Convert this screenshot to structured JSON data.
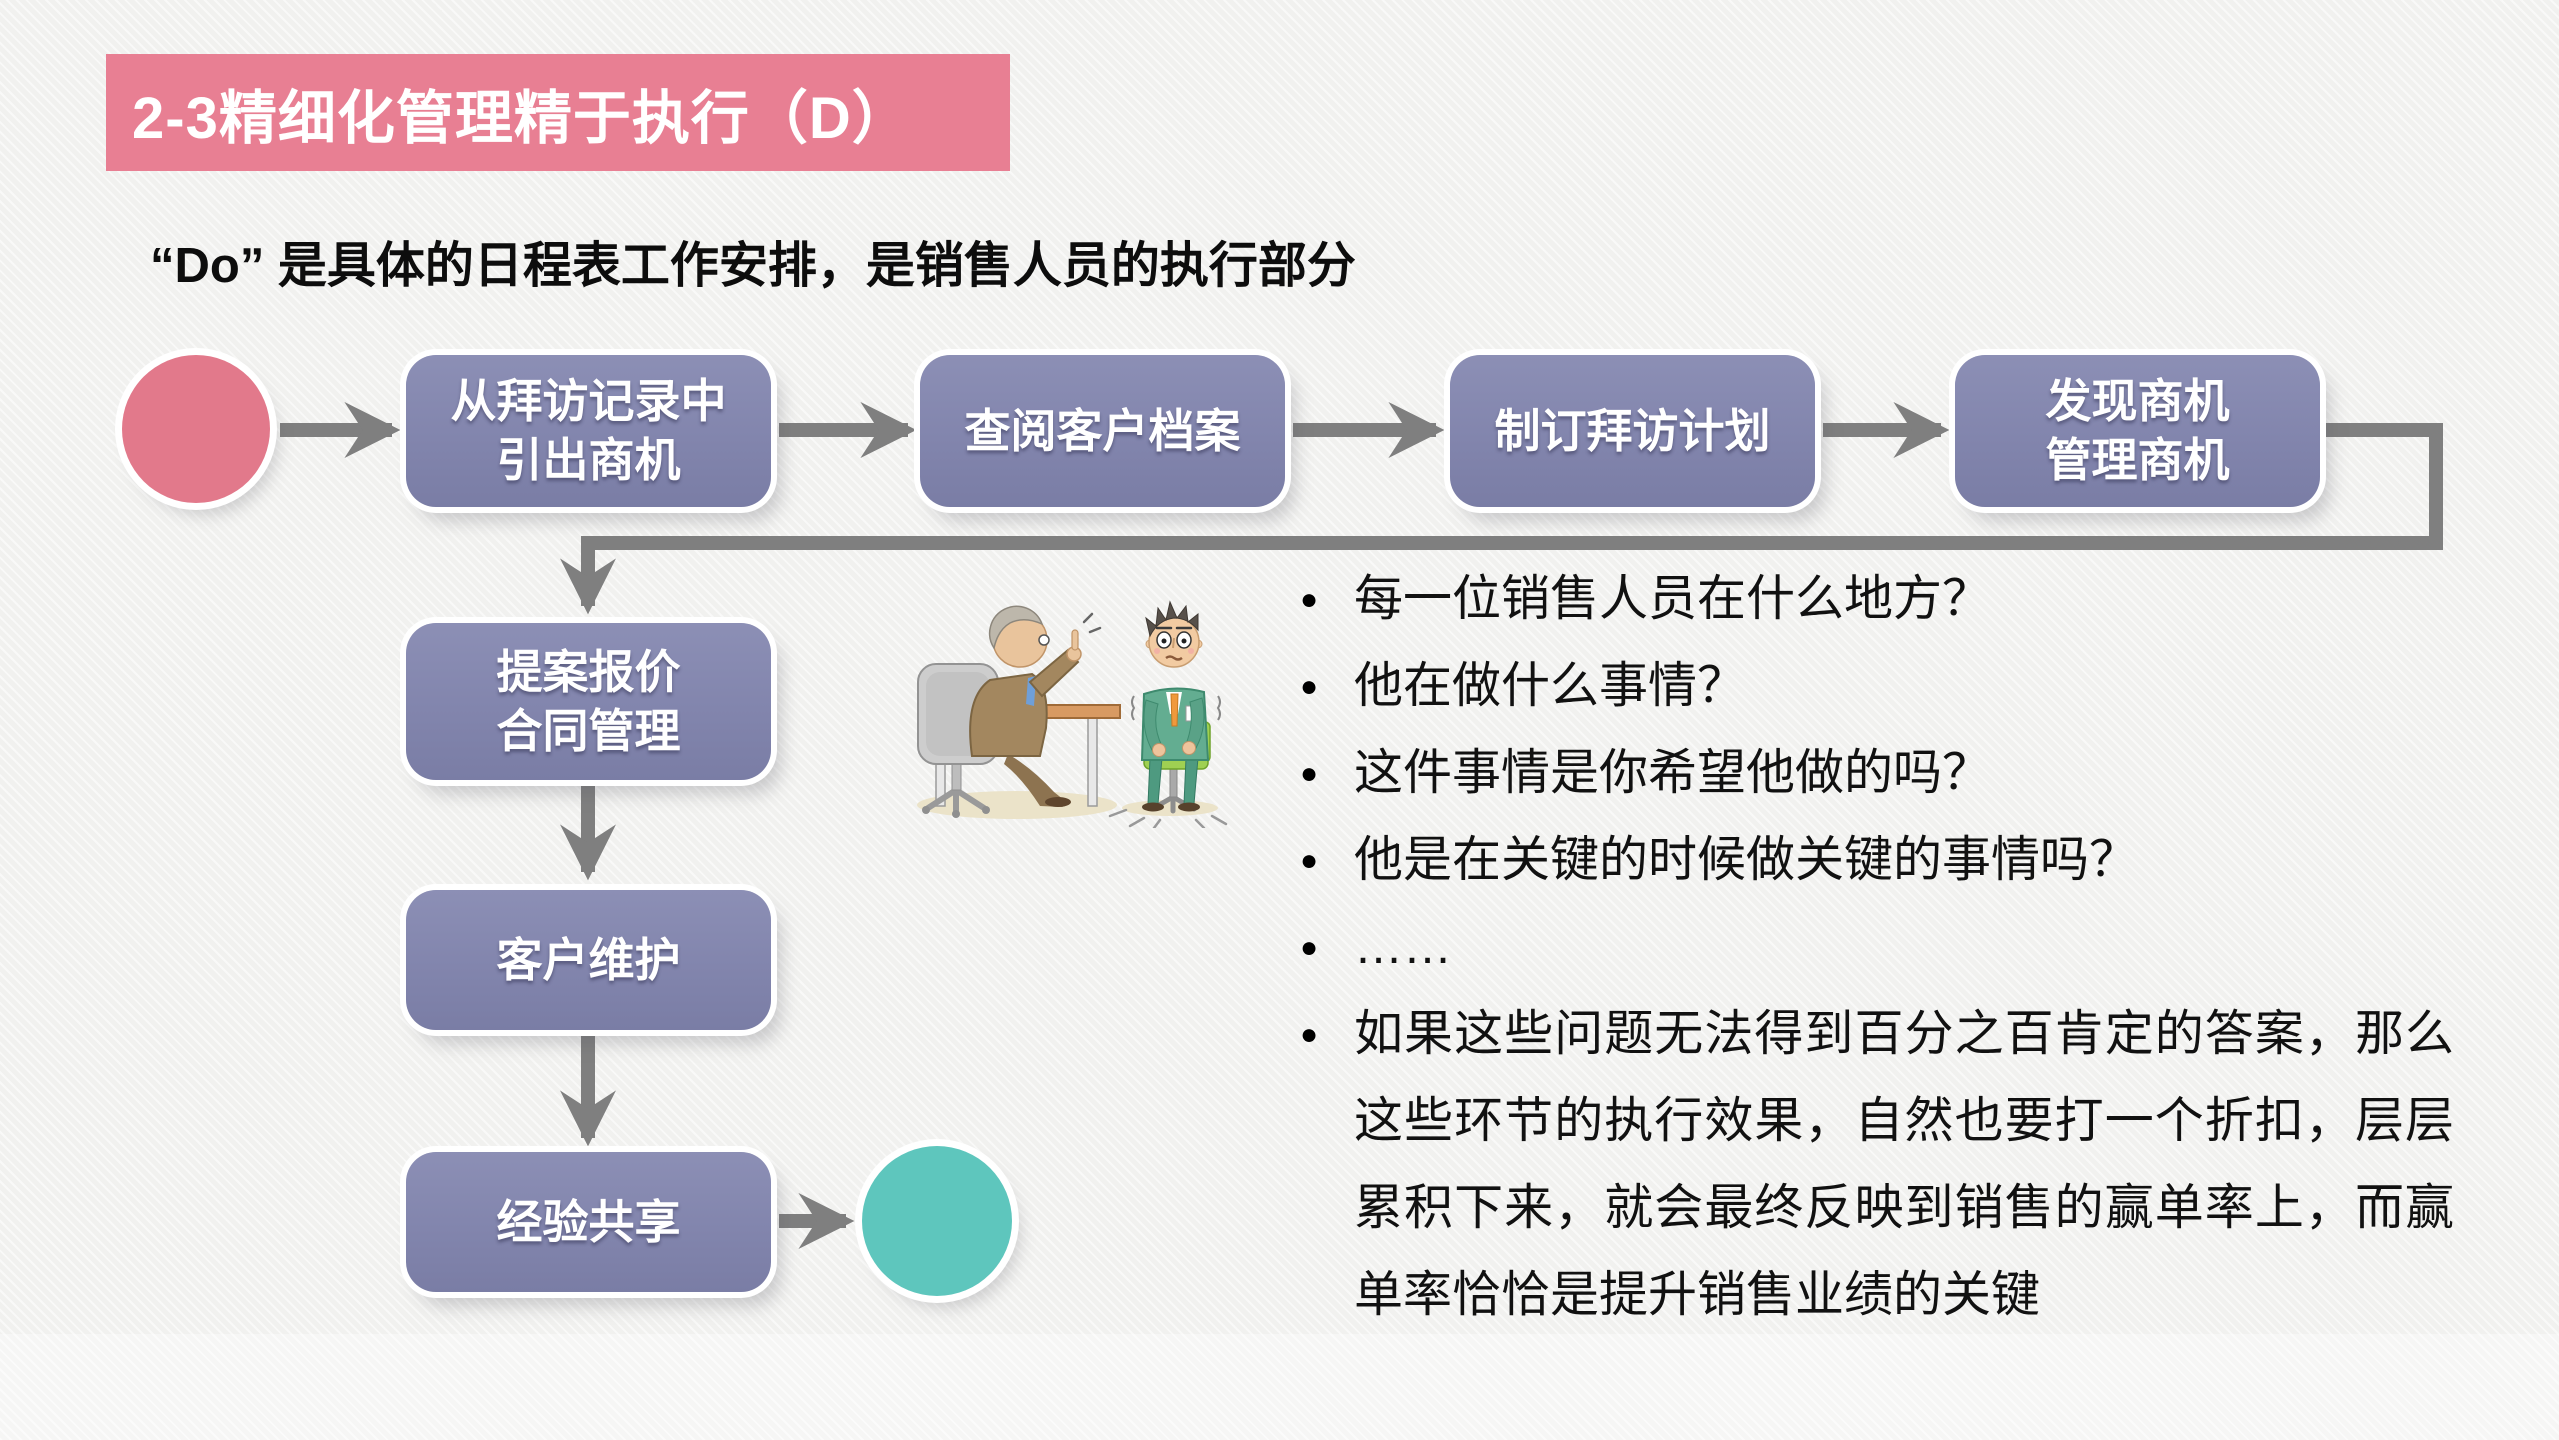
{
  "slide": {
    "title": "2-3精细化管理精于执行（D）",
    "subtitle": "“Do” 是具体的日程表工作安排，是销售人员的执行部分"
  },
  "theme": {
    "banner-pink": "#e87f93",
    "node-purple": "#8285ad",
    "start-pink": "#e2798b",
    "end-teal": "#5ec6bd",
    "arrow-gray": "#7f7f7f",
    "bg-gray": "#f1f1ef"
  },
  "flowchart": {
    "start_node": {
      "shape": "circle",
      "color": "#e2798b",
      "label": ""
    },
    "end_node": {
      "shape": "circle",
      "color": "#5ec6bd",
      "label": ""
    },
    "boxes": [
      {
        "label": "从拜访记录中\n引出商机"
      },
      {
        "label": "查阅客户档案"
      },
      {
        "label": "制订拜访计划"
      },
      {
        "label": "发现商机\n管理商机"
      },
      {
        "label": "提案报价\n合同管理"
      },
      {
        "label": "客户维护"
      },
      {
        "label": "经验共享"
      }
    ],
    "edges": [
      {
        "from": "start",
        "to": "从拜访记录中引出商机"
      },
      {
        "from": "从拜访记录中引出商机",
        "to": "查阅客户档案"
      },
      {
        "from": "查阅客户档案",
        "to": "制订拜访计划"
      },
      {
        "from": "制订拜访计划",
        "to": "发现商机管理商机"
      },
      {
        "from": "发现商机管理商机",
        "to": "提案报价合同管理"
      },
      {
        "from": "提案报价合同管理",
        "to": "客户维护"
      },
      {
        "from": "客户维护",
        "to": "经验共享"
      },
      {
        "from": "经验共享",
        "to": "end"
      }
    ]
  },
  "list": {
    "bullet_glyph": "●",
    "items": [
      {
        "text": "每一位销售人员在什么地方？"
      },
      {
        "text": "他在做什么事情？"
      },
      {
        "text": "这件事情是你希望他做的吗？"
      },
      {
        "text": "他是在关键的时候做关键的事情吗？"
      },
      {
        "text": "……"
      },
      {
        "text": "如果这些问题无法得到百分之百肯定的答案，那么这些环节的执行效果，自然也要打一个折扣，层层累积下来，就会最终反映到销售的赢单率上，而赢单率恰恰是提升销售业绩的关键"
      }
    ]
  }
}
